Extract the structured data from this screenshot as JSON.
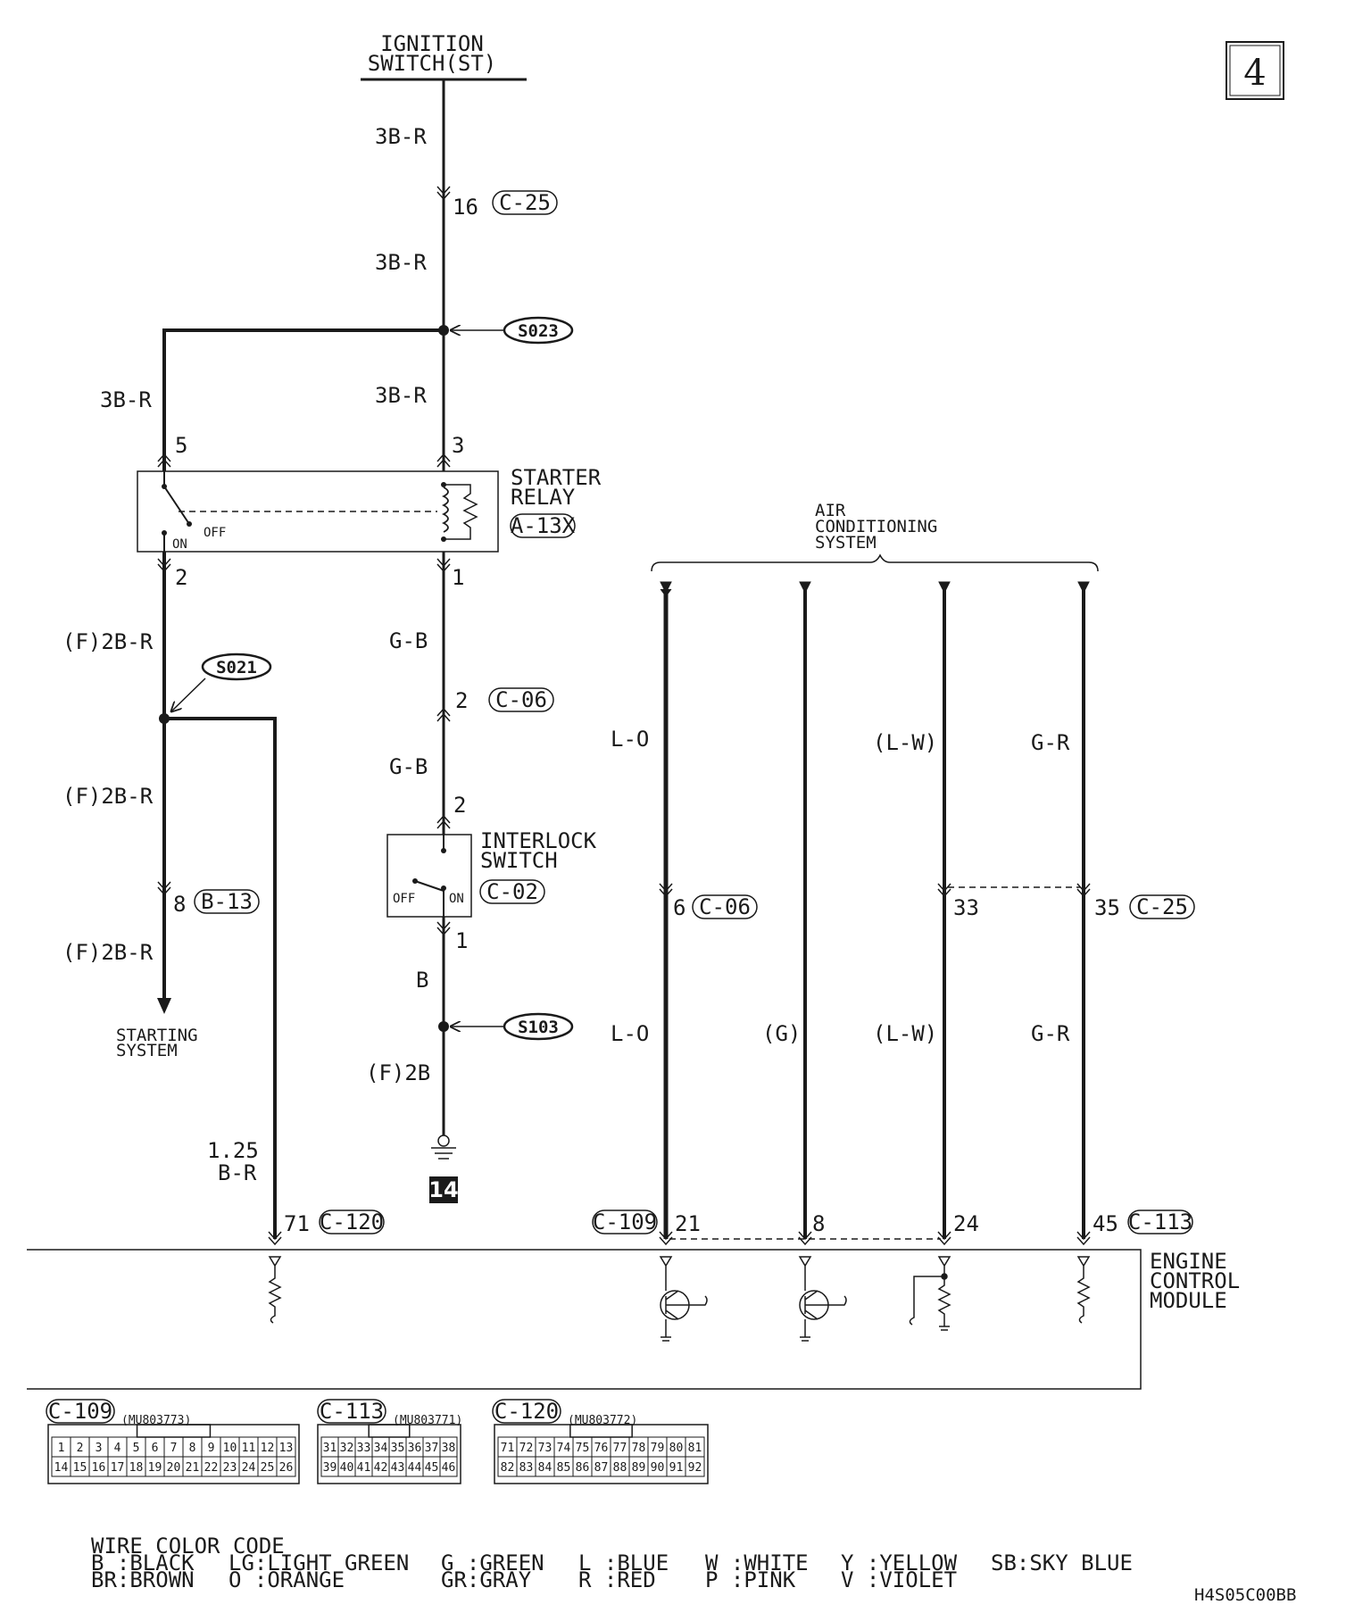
{
  "page_number": "4",
  "figure_code": "H4S05C00BB",
  "ignition_switch": {
    "line1": "IGNITION",
    "line2": "SWITCH(ST)"
  },
  "wire_labels": {
    "w3br_a": "3B-R",
    "w3br_b": "3B-R",
    "w3br_c": "3B-R",
    "w3br_left": "3B-R",
    "f2br_a": "(F)2B-R",
    "f2br_b": "(F)2B-R",
    "f2br_c": "(F)2B-R",
    "gb_a": "G-B",
    "gb_b": "G-B",
    "b": "B",
    "f2b": "(F)2B",
    "br125_1": "1.25",
    "br125_2": "B-R",
    "lo_a": "L-O",
    "lo_b": "L-O",
    "g": "(G)",
    "lw_a": "(L-W)",
    "lw_b": "(L-W)",
    "gr_a": "G-R",
    "gr_b": "G-R"
  },
  "pins": {
    "p16": "16",
    "p5": "5",
    "p3": "3",
    "p2_relay": "2",
    "p1_relay": "1",
    "p2_c06": "2",
    "p2_int": "2",
    "p1_int": "1",
    "p8": "8",
    "p6": "6",
    "p33": "33",
    "p35": "35",
    "p71": "71",
    "p21": "21",
    "p8_ecm": "8",
    "p24": "24",
    "p45": "45"
  },
  "connectors": {
    "c25_top": "C-25",
    "c06_mid": "C-06",
    "b13": "B-13",
    "c02": "C-02",
    "c06_ac": "C-06",
    "c25_ac": "C-25",
    "c120": "C-120",
    "c109": "C-109",
    "c113": "C-113"
  },
  "splices": {
    "s023": "S023",
    "s021": "S021",
    "s103": "S103"
  },
  "starter_relay": {
    "line1": "STARTER",
    "line2": "RELAY",
    "code": "A-13X",
    "off": "OFF",
    "on": "ON"
  },
  "interlock_switch": {
    "line1": "INTERLOCK",
    "line2": "SWITCH",
    "off": "OFF",
    "on": "ON"
  },
  "starting_system": {
    "line1": "STARTING",
    "line2": "SYSTEM"
  },
  "ac_system": {
    "line1": "AIR",
    "line2": "CONDITIONING",
    "line3": "SYSTEM"
  },
  "ground_point": "14",
  "ecm": {
    "line1": "ENGINE",
    "line2": "CONTROL",
    "line3": "MODULE"
  },
  "connector_views": [
    {
      "name": "C-109",
      "part": "(MU803773)",
      "row1": [
        "1",
        "2",
        "3",
        "4",
        "5",
        "6",
        "7",
        "8",
        "9",
        "10",
        "11",
        "12",
        "13"
      ],
      "row2": [
        "14",
        "15",
        "16",
        "17",
        "18",
        "19",
        "20",
        "21",
        "22",
        "23",
        "24",
        "25",
        "26"
      ]
    },
    {
      "name": "C-113",
      "part": "(MU803771)",
      "row1": [
        "31",
        "32",
        "33",
        "34",
        "35",
        "36",
        "37",
        "38"
      ],
      "row2": [
        "39",
        "40",
        "41",
        "42",
        "43",
        "44",
        "45",
        "46"
      ]
    },
    {
      "name": "C-120",
      "part": "(MU803772)",
      "row1": [
        "71",
        "72",
        "73",
        "74",
        "75",
        "76",
        "77",
        "78",
        "79",
        "80",
        "81"
      ],
      "row2": [
        "82",
        "83",
        "84",
        "85",
        "86",
        "87",
        "88",
        "89",
        "90",
        "91",
        "92"
      ]
    }
  ],
  "legend": {
    "title": "WIRE COLOR CODE",
    "items": [
      [
        "B :BLACK",
        "LG:LIGHT GREEN",
        "G :GREEN",
        "L :BLUE",
        "W :WHITE",
        "Y :YELLOW",
        "SB:SKY BLUE"
      ],
      [
        "BR:BROWN",
        "O :ORANGE",
        "GR:GRAY",
        "R :RED",
        "P :PINK",
        "V :VIOLET"
      ]
    ]
  }
}
